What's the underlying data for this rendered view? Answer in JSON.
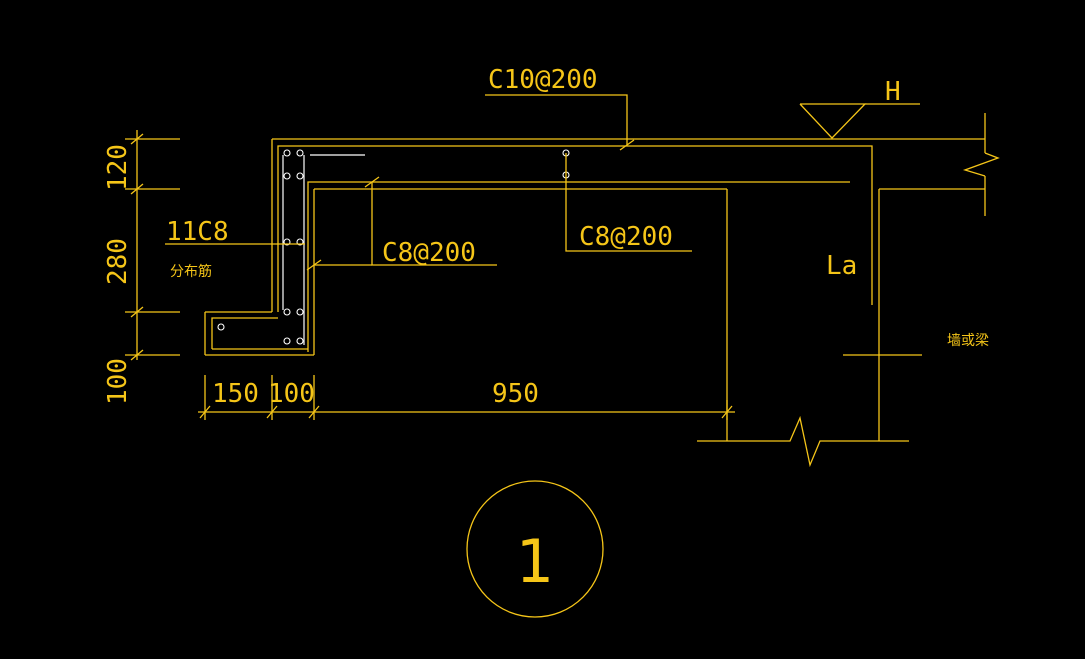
{
  "labels": {
    "top_rebar": "C10@200",
    "elevation": "H",
    "bars_count": "11C8",
    "distribution": "分布筋",
    "stirrup_left": "C8@200",
    "stirrup_mid": "C8@200",
    "anchorage": "La",
    "wall_or_beam": "墙或梁"
  },
  "dimensions": {
    "v_top": "120",
    "v_mid": "280",
    "v_bottom": "100",
    "h_left": "150",
    "h_mid": "100",
    "h_right": "950"
  },
  "detail_number": "1",
  "colors": {
    "line": "#f5c518",
    "rebar": "#ffffff",
    "background": "#000000"
  }
}
